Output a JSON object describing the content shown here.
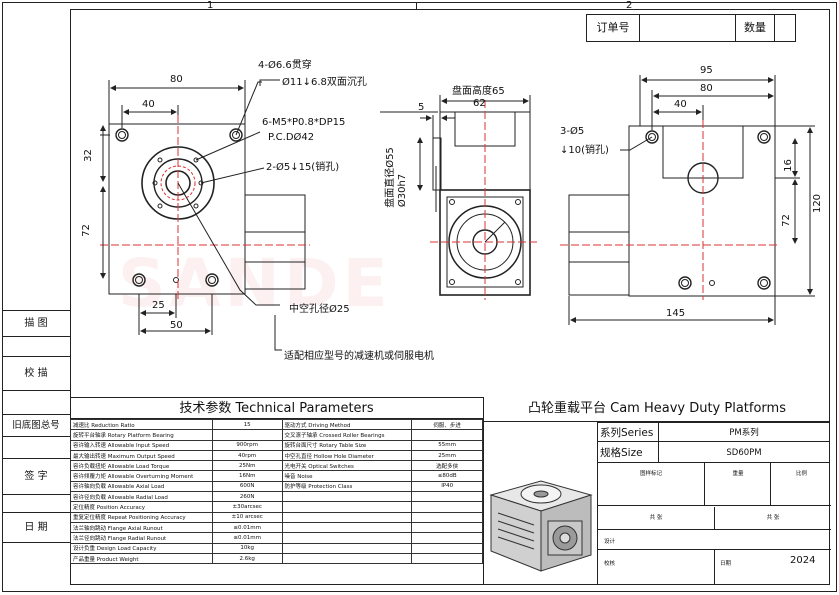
{
  "zone_numbers": [
    "1",
    "2"
  ],
  "order_box": {
    "order_no_label": "订单号",
    "qty_label": "数量"
  },
  "side_column": [
    "描 图",
    "校 描",
    "旧底图总号",
    "签 字",
    "日 期"
  ],
  "dims": {
    "front": {
      "w80": "80",
      "w40": "40",
      "h32": "32",
      "h72": "72",
      "w25": "25",
      "w50": "50"
    },
    "side": {
      "w5": "5",
      "w62": "62",
      "disc_height": "盘面高度65",
      "d55": "盘面直径Ø55",
      "d30h7": "Ø30h7"
    },
    "right": {
      "w95": "95",
      "w80": "80",
      "w40": "40",
      "h16": "16",
      "h72": "72",
      "h120": "120",
      "w145": "145"
    }
  },
  "annotations": {
    "thru_holes": "4-Ø6.6贯穿",
    "counterbore": "Ø11↓6.8双面沉孔",
    "tapped": "6-M5*P0.8*DP15",
    "pcd": "P.C.DØ42",
    "pin_holes": "2-Ø5↓15(销孔)",
    "pin_holes_right_a": "3-Ø5",
    "pin_holes_right_b": "↓10(销孔)",
    "hollow_bore": "中空孔径Ø25",
    "motor_note": "适配相应型号的减速机或伺服电机"
  },
  "watermark": "SANDE",
  "spec_title": "技术参数  Technical Parameters",
  "spec_rows": [
    [
      "减速比  Reduction Ratio",
      "15",
      "驱动方式  Driving Method",
      "伺服、步进"
    ],
    [
      "旋转平台轴承  Rotary Platform Bearing",
      "",
      "交叉滚子轴承  Crossed Roller Bearings",
      ""
    ],
    [
      "容许输入转速  Allowable Input Speed",
      "900rpm",
      "旋转台面尺寸  Rotary Table Size",
      "55mm"
    ],
    [
      "最大输出转速  Maximum Output Speed",
      "40rpm",
      "中空孔直径  Hollow Hole Diameter",
      "25mm"
    ],
    [
      "容许负载扭矩  Allowable Load Torque",
      "25Nm",
      "光电开关  Optical Switches",
      "选配多侠"
    ],
    [
      "容许倾覆力矩  Allowable Overturning Moment",
      "16Nm",
      "噪音  Noise",
      "≤80dB"
    ],
    [
      "容许轴向负载  Allowable Axial Load",
      "600N",
      "防护等级  Protection Class",
      "IP40"
    ],
    [
      "容许径向负载  Allowable Radial Load",
      "260N",
      "",
      ""
    ],
    [
      "定位精度  Position Accuracy",
      "±30arcsec",
      "",
      ""
    ],
    [
      "重复定位精度  Repeat Positioning Accuracy",
      "±10 arcsec",
      "",
      ""
    ],
    [
      "法兰轴向跳动  Flange Axial Runout",
      "≤0.01mm",
      "",
      ""
    ],
    [
      "法兰径向跳动  Flange Radial Runout",
      "≤0.01mm",
      "",
      ""
    ],
    [
      "设计负重  Design Load Capacity",
      "10kg",
      "",
      ""
    ],
    [
      "产品重量  Product Weight",
      "2.6kg",
      "",
      ""
    ]
  ],
  "title_block": {
    "product_title": "凸轮重载平台 Cam Heavy Duty Platforms",
    "series_label": "系列Series",
    "series_value": "PM系列",
    "spec_label": "规格Size",
    "spec_value": "SD60PM",
    "col_headers": [
      "图样标记",
      "重量",
      "比例"
    ],
    "sheets_total": "共    张",
    "sheet_no": "共    张",
    "design_label": "设计",
    "check_label": "校核",
    "date_label": "日期",
    "year": "2024"
  }
}
